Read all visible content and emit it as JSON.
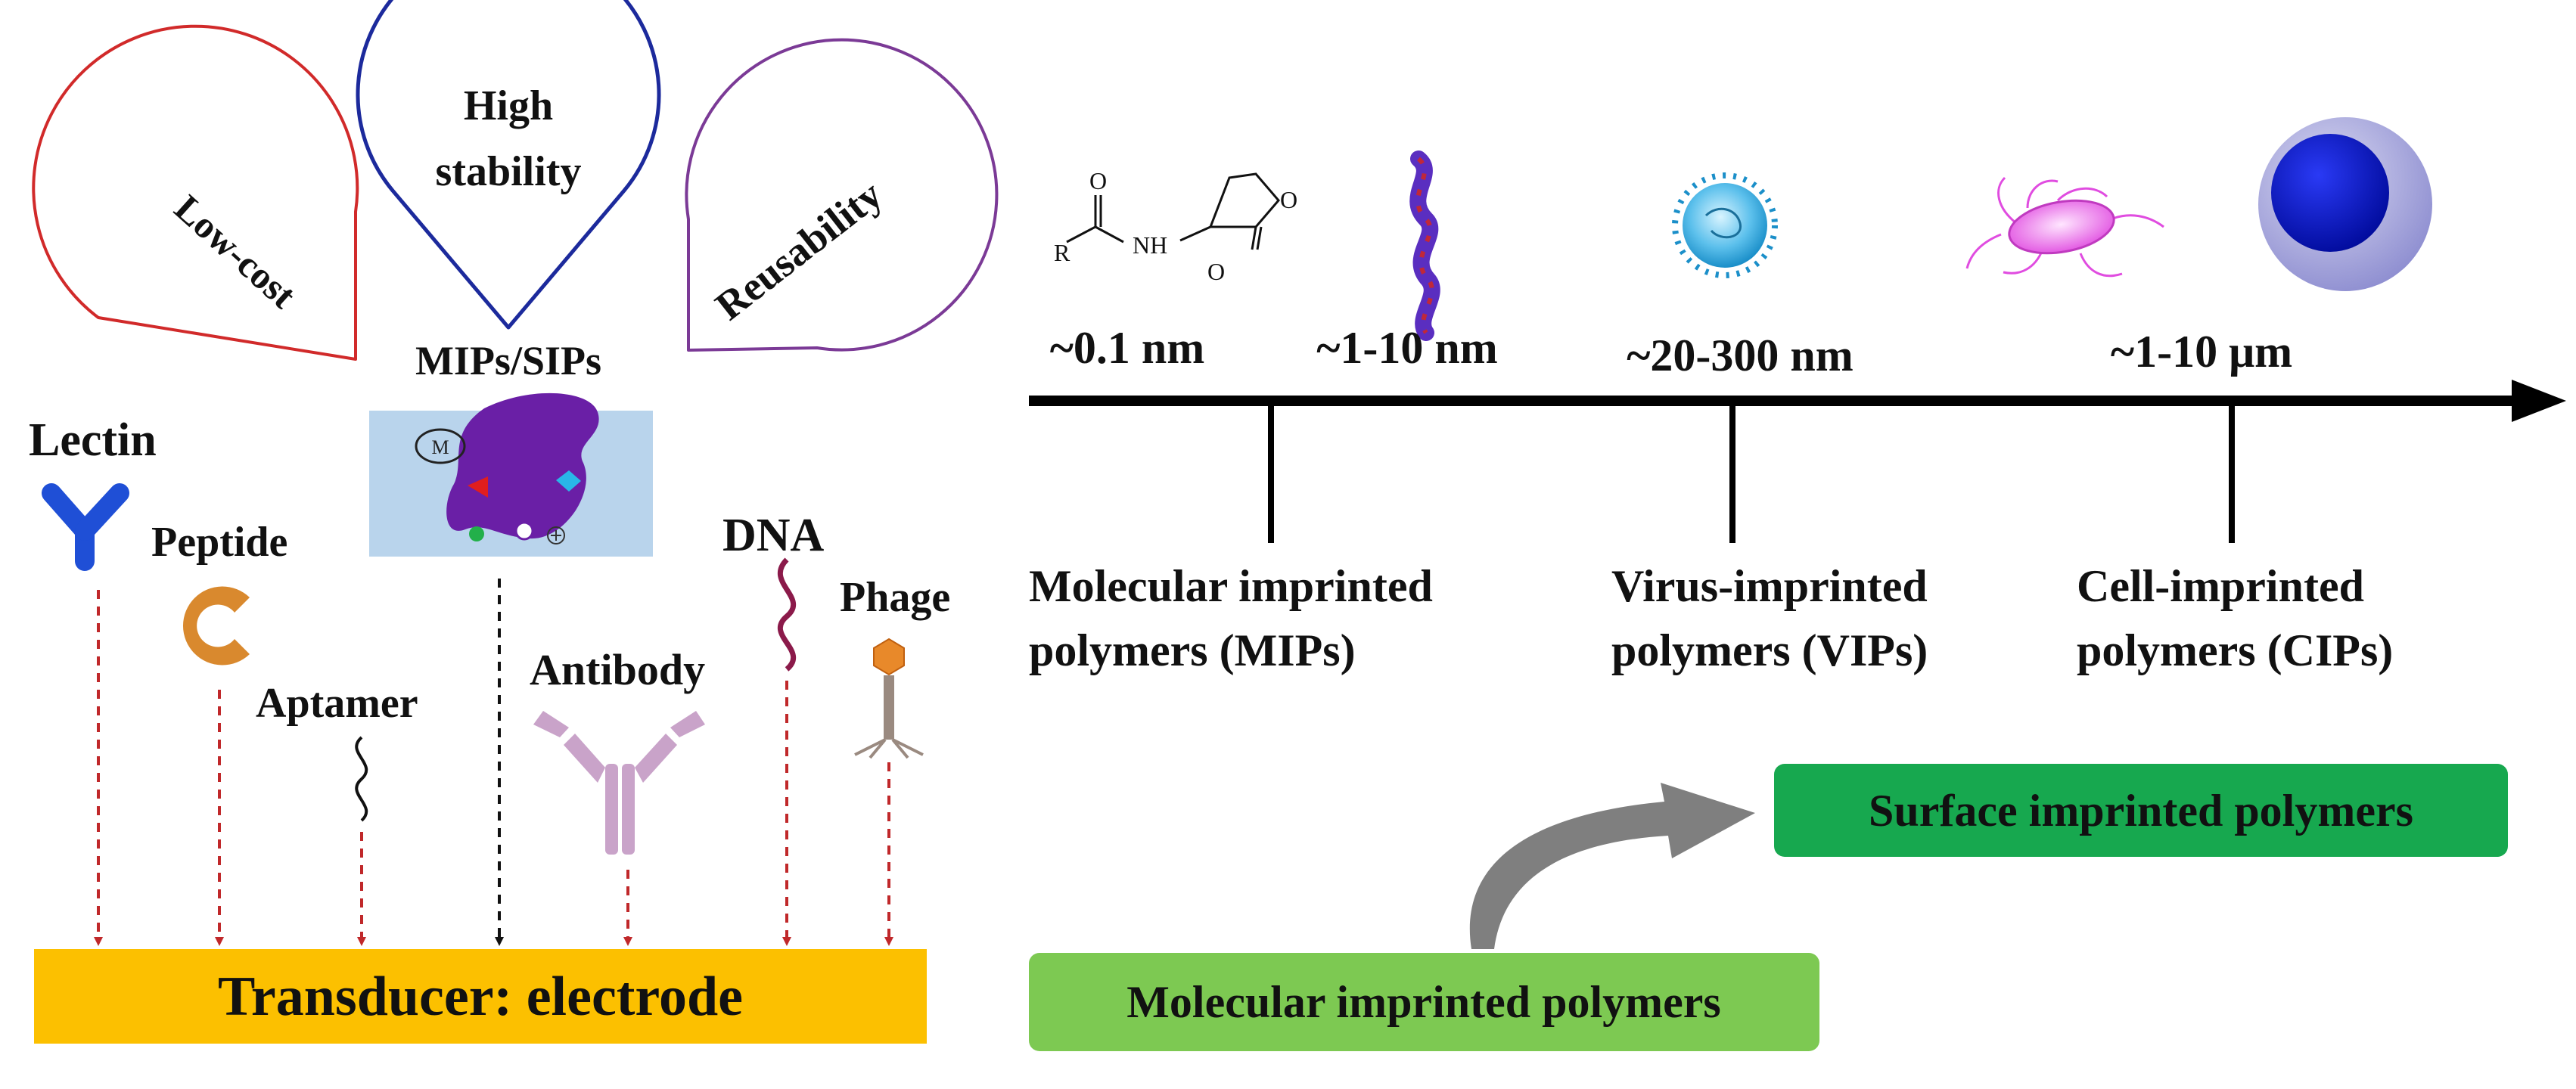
{
  "petals": {
    "low_cost": "Low-cost",
    "high_stability_line1": "High",
    "high_stability_line2": "stability",
    "reusability": "Reusability"
  },
  "recognition_elements": {
    "mips_sips": "MIPs/SIPs",
    "lectin": "Lectin",
    "peptide": "Peptide",
    "aptamer": "Aptamer",
    "antibody": "Antibody",
    "dna": "DNA",
    "phage": "Phage"
  },
  "mip_box_labels": {
    "template": "M"
  },
  "transducer": {
    "label": "Transducer: electrode"
  },
  "scale_axis": {
    "sizes": [
      "~0.1 nm",
      "~1-10 nm",
      "~20-300 nm",
      "~1-10 μm"
    ],
    "molecule_labels": {
      "r": "R",
      "nh": "NH",
      "o_top": "O",
      "o_ring": "O",
      "o_bottom": "O"
    }
  },
  "polymer_types": [
    {
      "line1": "Molecular imprinted",
      "line2": "polymers (MIPs)"
    },
    {
      "line1": "Virus-imprinted",
      "line2": "polymers (VIPs)"
    },
    {
      "line1": "Cell-imprinted",
      "line2": "polymers (CIPs)"
    }
  ],
  "evolution": {
    "from": "Molecular imprinted polymers",
    "to": "Surface imprinted polymers"
  },
  "colors": {
    "low_cost_outline": "#d12a2a",
    "high_stability_outline": "#1c2a9c",
    "reusability_outline": "#7b3a96",
    "transducer": "#fcc000",
    "surface_box": "#17a84f",
    "molecular_box": "#7dc952",
    "arrow_gray": "#7f7f7f",
    "lectin": "#1f4fd6",
    "peptide": "#d9892e",
    "antibody": "#c9a3c9",
    "mip_purple": "#6a1fa6",
    "mip_panel": "#b9d4ec",
    "dashed_red": "#c0282a"
  }
}
